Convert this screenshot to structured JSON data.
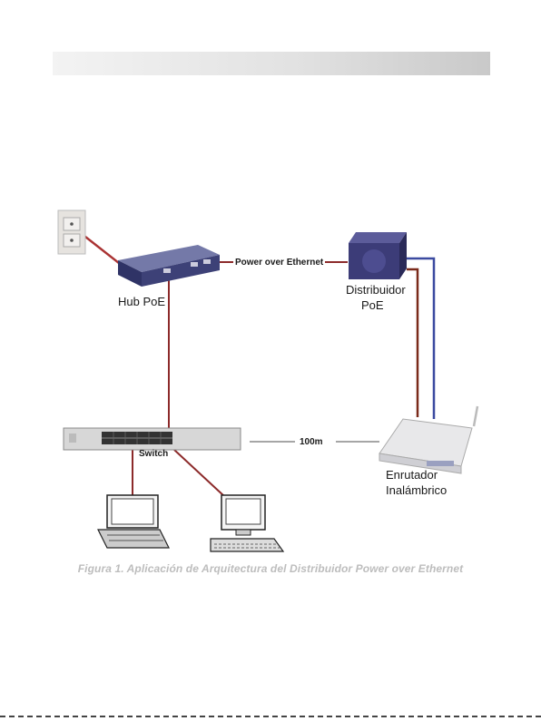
{
  "labels": {
    "hub": "Hub PoE",
    "distributor_line1": "Distribuidor",
    "distributor_line2": "PoE",
    "poe_link": "Power over Ethernet",
    "switch": "Switch",
    "distance": "100m",
    "router_line1": "Enrutador",
    "router_line2": "Inalámbrico"
  },
  "caption": "Figura 1. Aplicación de Arquitectura del Distribuidor Power over Ethernet",
  "colors": {
    "poe_cable": "#8c2a2a",
    "data_cable": "#3b4aa0",
    "device_blue": "#4a4f8c",
    "caption_gray": "#bdbdbd"
  }
}
